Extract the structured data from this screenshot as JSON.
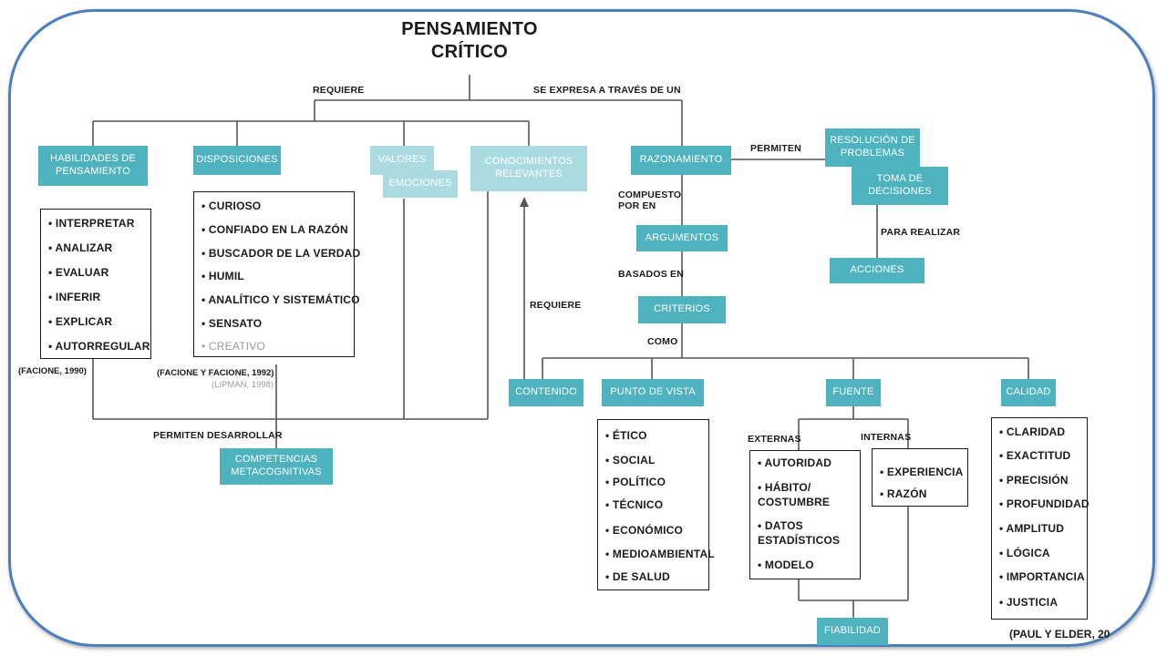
{
  "title_line1": "PENSAMIENTO",
  "title_line2": "CRÍTICO",
  "links": {
    "requiere": "REQUIERE",
    "se_expresa": "SE EXPRESA A TRAVÉS DE UN",
    "permiten": "PERMITEN",
    "compuesto_line1": "COMPUESTO",
    "compuesto_line2": "POR EN",
    "basados_en": "BASADOS EN",
    "requiere2": "REQUIERE",
    "como": "COMO",
    "para_realizar": "PARA REALIZAR",
    "permiten_desarrollar": "PERMITEN DESARROLLAR",
    "externas": "EXTERNAS",
    "internas": "INTERNAS"
  },
  "nodes": {
    "habilidades": "HABILIDADES DE PENSAMIENTO",
    "disposiciones": "DISPOSICIONES",
    "valores": "VALORES",
    "emociones": "EMOCIONES",
    "conocimientos": "CONOCIMIENTOS RELEVANTES",
    "razonamiento": "RAZONAMIENTO",
    "resolucion": "RESOLUCIÓN DE PROBLEMAS",
    "toma": "TOMA DE DECISIONES",
    "acciones": "ACCIONES",
    "argumentos": "ARGUMENTOS",
    "criterios": "CRITERIOS",
    "contenido": "CONTENIDO",
    "punto_vista": "PUNTO DE VISTA",
    "fuente": "FUENTE",
    "calidad": "CALIDAD",
    "competencias": "COMPETENCIAS METACOGNITIVAS",
    "fiabilidad": "FIABILIDAD"
  },
  "lists": {
    "habilidades": [
      "• INTERPRETAR",
      "• ANALIZAR",
      "• EVALUAR",
      "• INFERIR",
      "• EXPLICAR",
      "• AUTORREGULAR"
    ],
    "disposiciones": [
      "• CURIOSO",
      "• CONFIADO EN LA RAZÓN",
      "• BUSCADOR DE LA VERDAD",
      "• HUMIL",
      "• ANALÍTICO Y SISTEMÁTICO",
      "• SENSATO",
      "• CREATIVO"
    ],
    "punto_vista": [
      "• ÉTICO",
      "• SOCIAL",
      "• POLÍTICO",
      "• TÉCNICO",
      "• ECONÓMICO",
      "• MEDIOAMBIENTAL",
      "• DE SALUD"
    ],
    "externas": [
      "• AUTORIDAD",
      "• HÁBITO/",
      "COSTUMBRE",
      "• DATOS",
      "ESTADÍSTICOS",
      "• MODELO"
    ],
    "internas": [
      "• EXPERIENCIA",
      "• RAZÓN"
    ],
    "calidad": [
      "• CLARIDAD",
      "• EXACTITUD",
      "• PRECISIÓN",
      "• PROFUNDIDAD",
      "• AMPLITUD",
      "• LÓGICA",
      "• IMPORTANCIA",
      "• JUSTICIA"
    ]
  },
  "citations": {
    "facione": "(FACIONE, 1990)",
    "facione_y": "(FACIONE Y FACIONE, 1992)",
    "lipman": "(LIPMAN, 1998)",
    "paul": "(PAUL Y ELDER, 20"
  },
  "colors": {
    "node": "#4fb3bf",
    "node_light": "#a9dbe1",
    "frame": "#4a7ebf"
  }
}
